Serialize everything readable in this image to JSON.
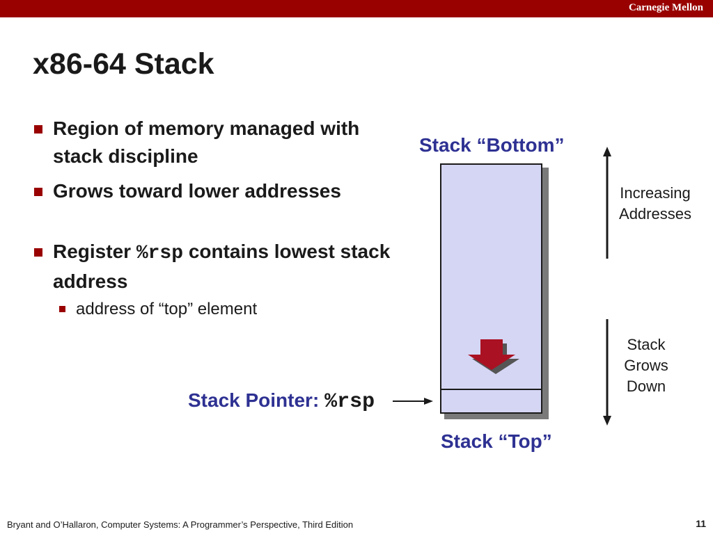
{
  "header": {
    "brand": "Carnegie Mellon",
    "bar_color": "#990000"
  },
  "slide": {
    "title": "x86-64 Stack"
  },
  "bullets": {
    "b1": "Region of memory managed with stack discipline",
    "b2": "Grows toward lower addresses",
    "b3_prefix": "Register ",
    "b3_code": "%rsp",
    "b3_suffix": " contains lowest  stack address",
    "sub1": "address of “top” element"
  },
  "diagram": {
    "stack_bottom_label": "Stack “Bottom”",
    "stack_top_label": "Stack “Top”",
    "stack_pointer_label": "Stack Pointer: ",
    "stack_pointer_code": "%rsp",
    "increasing_addresses": [
      "Increasing",
      "Addresses"
    ],
    "stack_grows_down": [
      "Stack",
      "Grows",
      "Down"
    ],
    "colors": {
      "stack_fill": "#d5d6f4",
      "label_blue": "#2e3192",
      "arrow_red": "#aa1122"
    }
  },
  "footer": {
    "citation": "Bryant and O’Hallaron, Computer Systems: A Programmer’s Perspective, Third Edition",
    "page": "11"
  }
}
